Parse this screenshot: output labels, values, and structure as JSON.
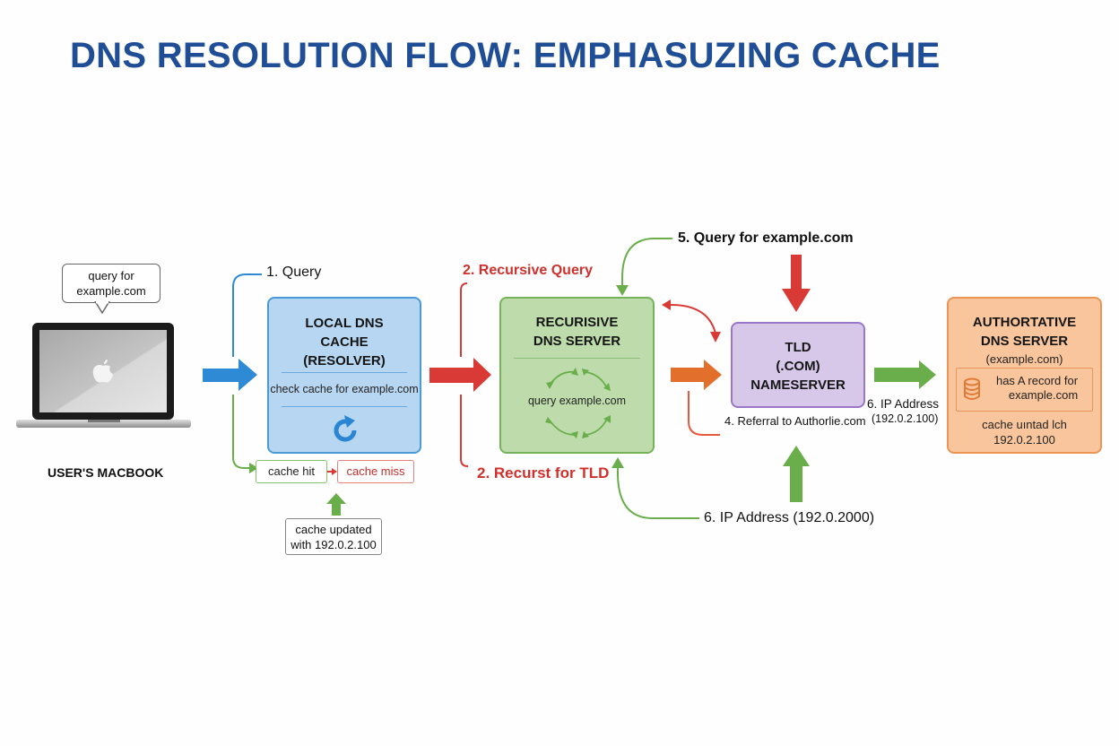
{
  "title": "DNS RESOLUTION FLOW: EMPHASUZING CACHE",
  "colors": {
    "title": "#1f4e96",
    "blue": "#2f8ad6",
    "red": "#d93a35",
    "green": "#6aae4c",
    "orange": "#e2702c",
    "purple": "#9a77c7"
  },
  "client": {
    "bubble_line1": "query for",
    "bubble_line2": "example.com",
    "label": "USER'S MACBOOK",
    "icon": "laptop-icon"
  },
  "local_cache": {
    "title_line1": "LOCAL DNS",
    "title_line2": "CACHE",
    "title_line3": "(RESOLVER)",
    "text": "check cache for example.com",
    "icon": "refresh-icon",
    "hit_label": "cache hit",
    "miss_label": "cache miss",
    "updated_line1": "cache updated",
    "updated_line2": "with 192.0.2.100"
  },
  "recursive": {
    "title_line1": "RECURISIVE",
    "title_line2": "DNS SERVER",
    "text": "query example.com",
    "icon": "cycle-arrows-icon"
  },
  "tld": {
    "title_line1": "TLD",
    "title_line2": "(.COM)",
    "title_line3": "NAMESERVER"
  },
  "authoritative": {
    "title_line1": "AUTHORTATIVE",
    "title_line2": "DNS SERVER",
    "subtitle": "(example.com)",
    "record_line1": "has A record for",
    "record_line2": "example.com",
    "icon": "database-icon",
    "cache_line1": "cache uıntad lch",
    "cache_line2": "192.0.2.100"
  },
  "labels": {
    "step1": "1. Query",
    "step2_top": "2. Recursive Query",
    "step2_bottom": "2. Recurst for TLD",
    "step4": "4. Referral to Authorlie.com",
    "step5": "5. Query for example.com",
    "step6_right_line1": "6. IP Address",
    "step6_right_line2": "(192.0.2.100)",
    "step6_bottom": "6. IP Address (192.0.2000)"
  }
}
